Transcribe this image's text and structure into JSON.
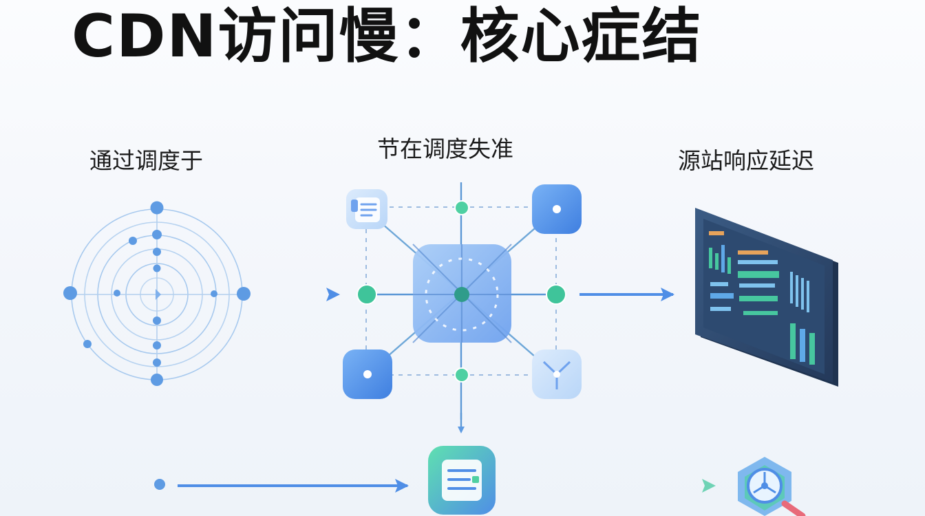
{
  "title": "CDN访问慢：核心症结",
  "labels": {
    "left": "通过调度于",
    "middle": "节在调度失准",
    "right": "源站响应延迟"
  },
  "colors": {
    "blue": "#4f8ee6",
    "blue_light": "#9cc3f3",
    "green": "#4fd0a2",
    "teal": "#2f9c8a",
    "dark_panel": "#2f4a6e",
    "magnifier_handle": "#e86a7a"
  },
  "icons": {
    "radar": "radar-target-icon",
    "hub": "network-hub-icon",
    "document": "document-list-icon",
    "dashboard": "monitor-dashboard-icon",
    "magnifier": "magnifier-icon"
  }
}
